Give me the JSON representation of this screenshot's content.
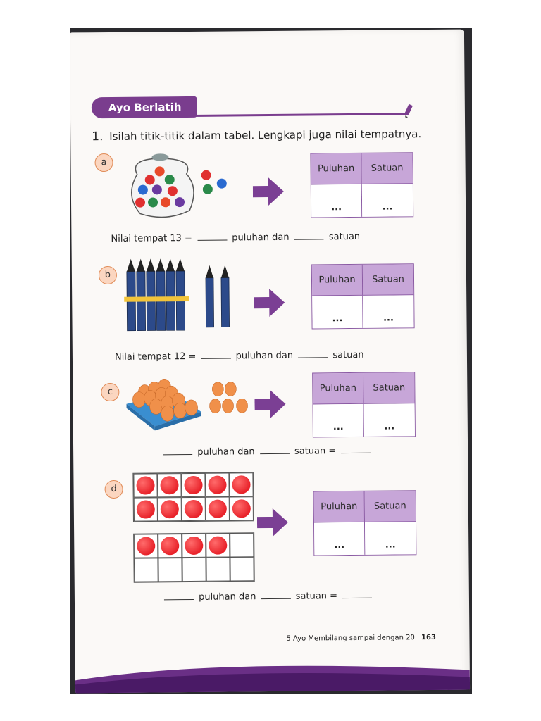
{
  "section": {
    "banner": "Ayo Berlatih"
  },
  "instruction": {
    "number": "1.",
    "text": "Isilah titik-titik dalam tabel. Lengkapi juga nilai tempatnya."
  },
  "exercises": [
    {
      "label": "a",
      "table": {
        "col1": "Puluhan",
        "col2": "Satuan",
        "val1": "...",
        "val2": "..."
      },
      "sentence": {
        "prefix": "Nilai tempat 13 =",
        "mid": "puluhan dan",
        "suffix": "satuan"
      },
      "icons": "marbles-in-bag"
    },
    {
      "label": "b",
      "table": {
        "col1": "Puluhan",
        "col2": "Satuan",
        "val1": "...",
        "val2": "..."
      },
      "sentence": {
        "prefix": "Nilai tempat 12 =",
        "mid": "puluhan dan",
        "suffix": "satuan"
      },
      "icons": "pencil-bundle"
    },
    {
      "label": "c",
      "table": {
        "col1": "Puluhan",
        "col2": "Satuan",
        "val1": "...",
        "val2": "..."
      },
      "sentence": {
        "mid": "puluhan dan",
        "suffix": "satuan ="
      },
      "icons": "egg-tray"
    },
    {
      "label": "d",
      "table": {
        "col1": "Puluhan",
        "col2": "Satuan",
        "val1": "...",
        "val2": "..."
      },
      "sentence": {
        "mid": "puluhan dan",
        "suffix": "satuan ="
      },
      "icons": "ten-frames"
    }
  ],
  "footer": {
    "chapter": "5 Ayo Membilang sampai dengan 20",
    "page": "163"
  },
  "colors": {
    "accent": "#7a3d8e",
    "table_header": "#c7a6d8",
    "arrow": "#7b3f94",
    "counter": "#e8222a"
  }
}
